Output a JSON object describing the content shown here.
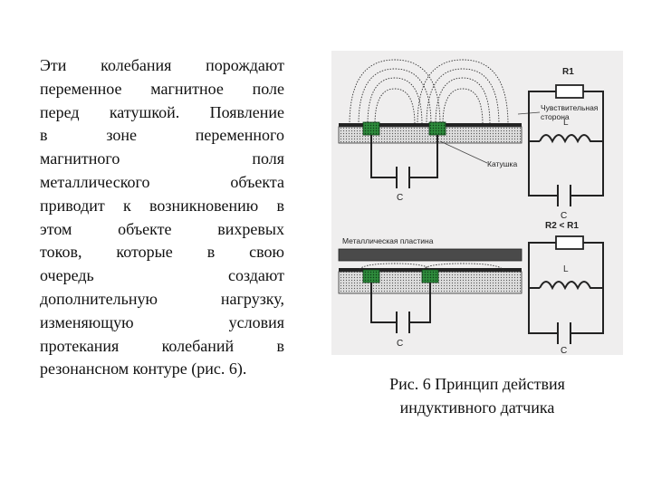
{
  "body_text": {
    "lines": [
      "Эти колебания порождают",
      "переменное магнитное поле",
      "перед катушкой. Появление",
      "в зоне переменного",
      "магнитного поля",
      "металлического объекта",
      "приводит к возникновению в",
      "этом объекте вихревых",
      "токов, которые в свою",
      "очередь создают",
      "дополнительную нагрузку,",
      "изменяющую условия",
      "протекания колебаний в",
      "резонансном контуре (рис. 6)."
    ]
  },
  "figure": {
    "labels": {
      "r1": "R1",
      "l_top": "L",
      "c_top_right": "C",
      "c_top_left": "C",
      "sensitive_side_line1": "Чувствительная",
      "sensitive_side_line2": "сторона",
      "coil": "Катушка",
      "metal_plate": "Металлическая пластина",
      "r2_lt_r1": "R2 < R1",
      "l_bottom": "L",
      "c_bottom_left": "C",
      "c_bottom_right": "C"
    }
  },
  "caption": {
    "line1": "Рис. 6 Принцип действия",
    "line2": "индуктивного датчика"
  }
}
